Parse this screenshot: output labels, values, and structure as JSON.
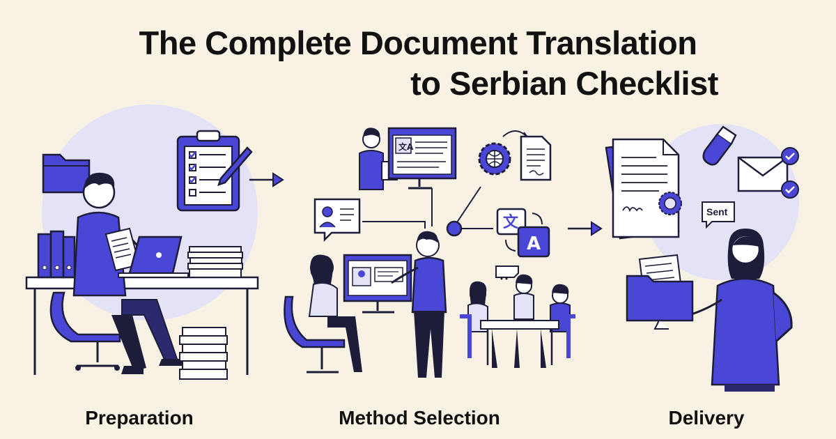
{
  "header": {
    "title_line1": "The Complete Document Translation",
    "title_line2": "to Serbian Checklist"
  },
  "stages": [
    {
      "label": "Preparation"
    },
    {
      "label": "Method Selection"
    },
    {
      "label": "Delivery"
    }
  ],
  "badges": {
    "sent": "Sent",
    "translate_letter": "A",
    "translate_char": "文"
  },
  "colors": {
    "background": "#f7f2e4",
    "accent": "#4b47d6",
    "accent_light": "#e3e2f7",
    "ink": "#1d1d3a"
  }
}
